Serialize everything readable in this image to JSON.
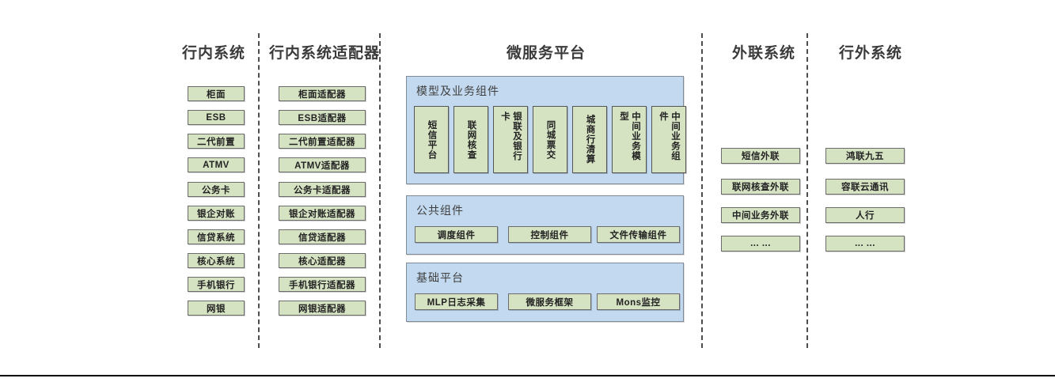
{
  "columns": {
    "internal": {
      "title": "行内系统",
      "items": [
        "柜面",
        "ESB",
        "二代前置",
        "ATMV",
        "公务卡",
        "银企对账",
        "信贷系统",
        "核心系统",
        "手机银行",
        "网银"
      ]
    },
    "adapters": {
      "title": "行内系统适配器",
      "items": [
        "柜面适配器",
        "ESB适配器",
        "二代前置适配器",
        "ATMV适配器",
        "公务卡适配器",
        "银企对账适配器",
        "信贷适配器",
        "核心适配器",
        "手机银行适配器",
        "网银适配器"
      ]
    },
    "platform": {
      "title": "微服务平台",
      "panels": [
        {
          "title": "模型及业务组件",
          "orientation": "vertical",
          "items": [
            "短信平台",
            "联网核查",
            "银联及银行卡",
            "同城票交",
            "城商行清算",
            "中间业务模型",
            "中间业务组件"
          ]
        },
        {
          "title": "公共组件",
          "orientation": "horizontal",
          "items": [
            "调度组件",
            "控制组件",
            "文件传输组件"
          ]
        },
        {
          "title": "基础平台",
          "orientation": "horizontal",
          "items": [
            "MLP日志采集",
            "微服务框架",
            "Mons监控"
          ]
        }
      ]
    },
    "external_link": {
      "title": "外联系统",
      "items": [
        "短信外联",
        "联网核查外联",
        "中间业务外联",
        "... ..."
      ]
    },
    "outside": {
      "title": "行外系统",
      "items": [
        "鸿联九五",
        "容联云通讯",
        "人行",
        "... ..."
      ]
    }
  },
  "colors": {
    "box_fill": "#d6e3c3",
    "box_border": "#6b6b6b",
    "panel_fill": "#c3d9ef",
    "panel_border": "#7f8a96",
    "title_color": "#3b3b3b",
    "divider_color": "#4d4d4d"
  }
}
